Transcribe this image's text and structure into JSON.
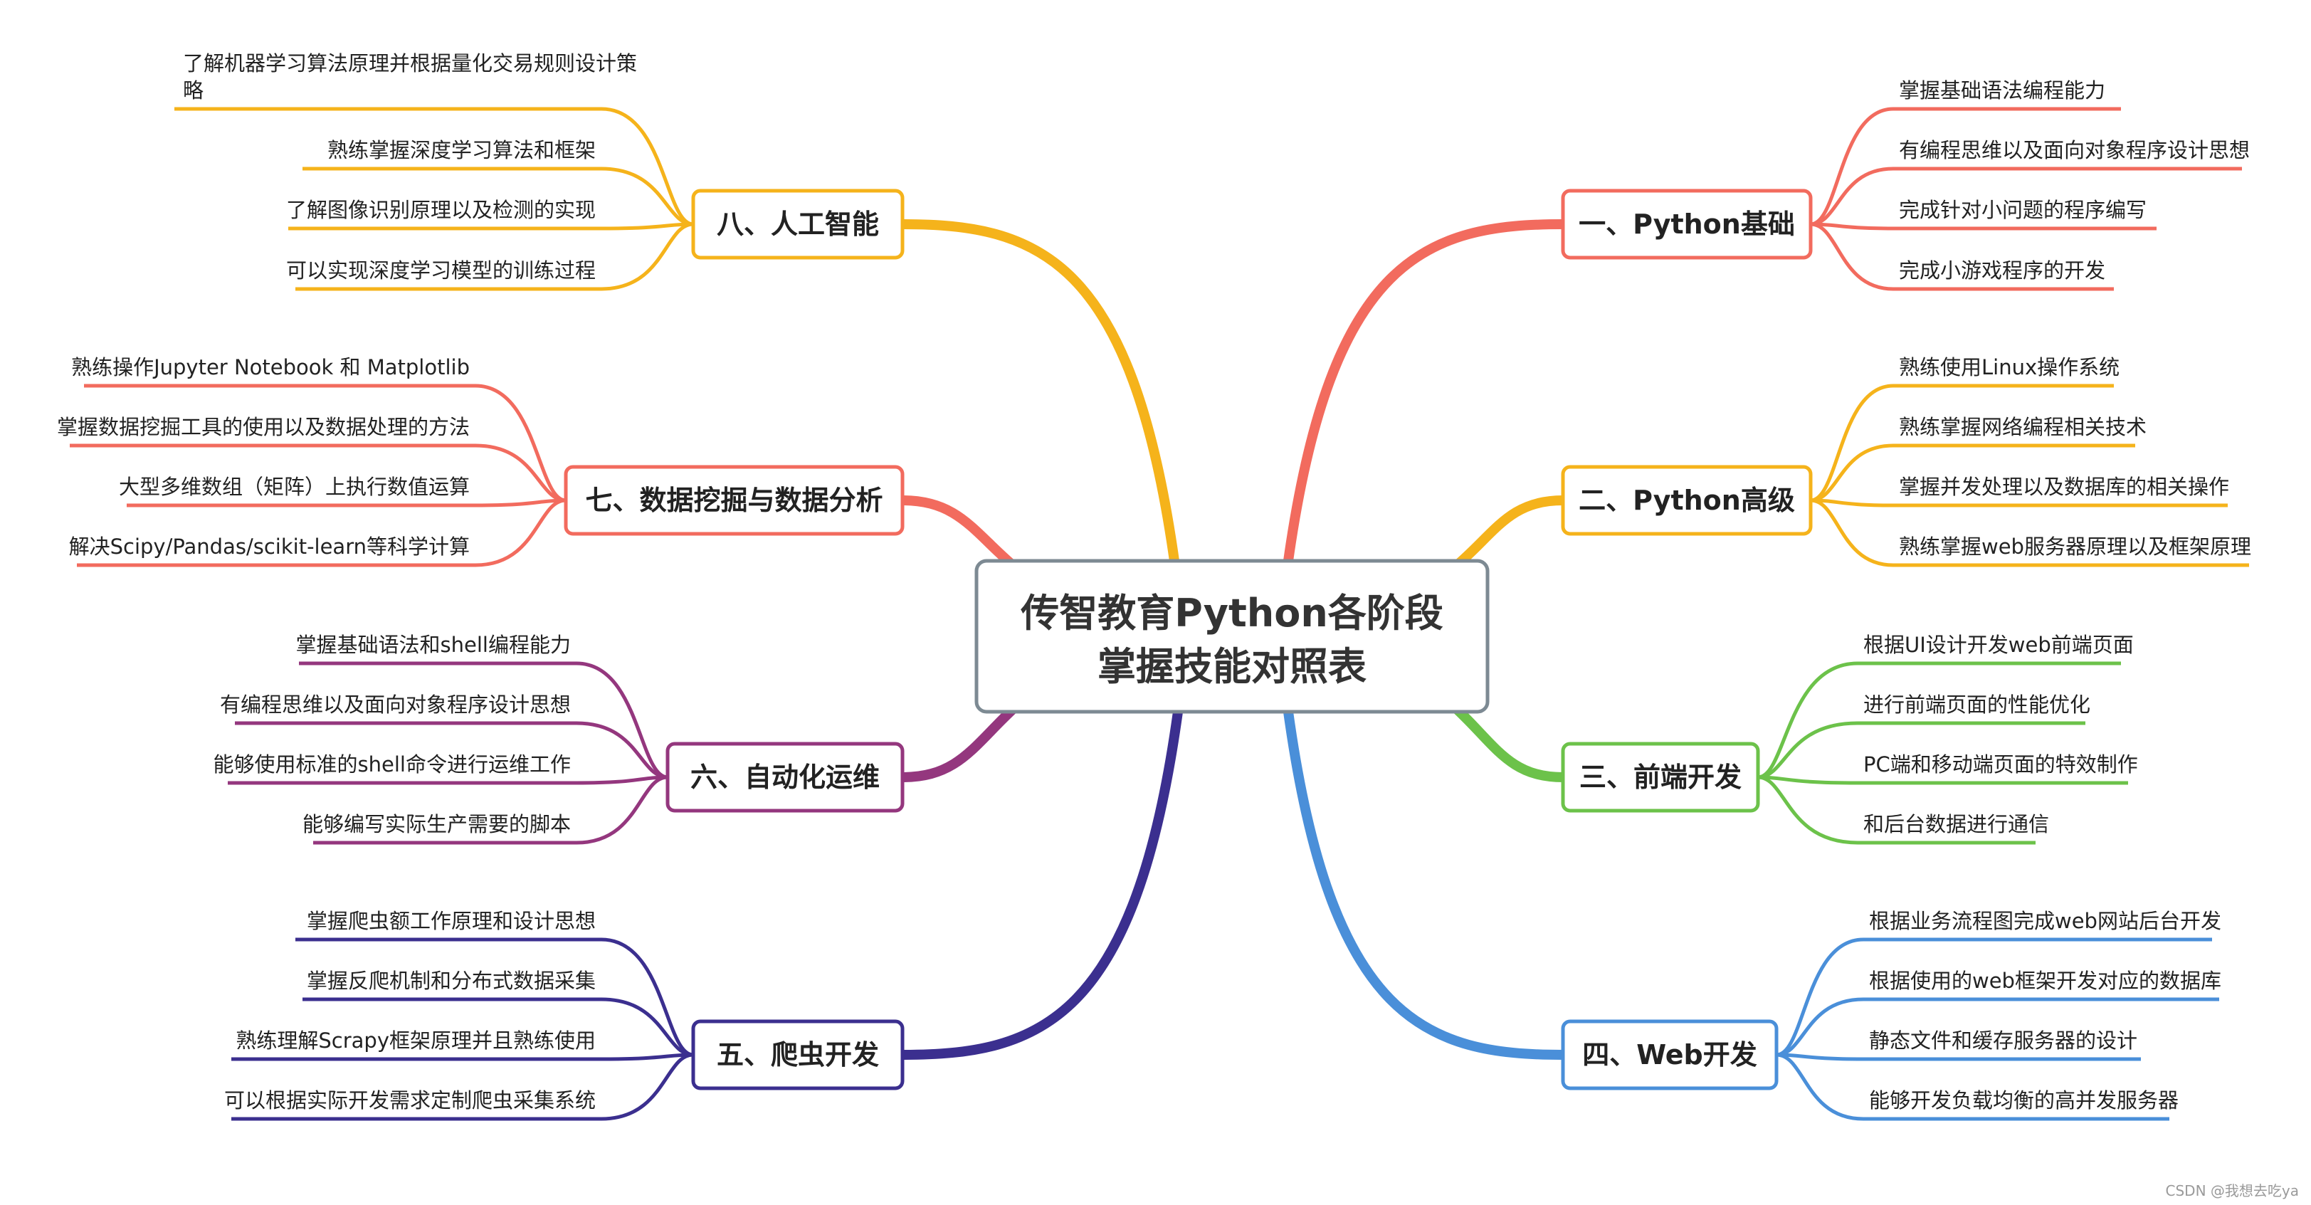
{
  "center": {
    "title_line1": "传智教育Python各阶段",
    "title_line2": "掌握技能对照表",
    "border_color": "#7d8a93"
  },
  "branches": [
    {
      "key": "b1",
      "label": "一、Python基础",
      "color": "#f26b5e",
      "items": [
        "掌握基础语法编程能力",
        "有编程思维以及面向对象程序设计思想",
        "完成针对小问题的程序编写",
        "完成小游戏程序的开发"
      ]
    },
    {
      "key": "b2",
      "label": "二、Python高级",
      "color": "#f5b31b",
      "items": [
        "熟练使用Linux操作系统",
        "熟练掌握网络编程相关技术",
        "掌握并发处理以及数据库的相关操作",
        "熟练掌握web服务器原理以及框架原理"
      ]
    },
    {
      "key": "b3",
      "label": "三、前端开发",
      "color": "#6cc24a",
      "items": [
        "根据UI设计开发web前端页面",
        "进行前端页面的性能优化",
        "PC端和移动端页面的特效制作",
        "和后台数据进行通信"
      ]
    },
    {
      "key": "b4",
      "label": "四、Web开发",
      "color": "#4a8fd9",
      "items": [
        "根据业务流程图完成web网站后台开发",
        "根据使用的web框架开发对应的数据库",
        "静态文件和缓存服务器的设计",
        "能够开发负载均衡的高并发服务器"
      ]
    },
    {
      "key": "b5",
      "label": "五、爬虫开发",
      "color": "#3b2f8f",
      "items": [
        "掌握爬虫额工作原理和设计思想",
        "掌握反爬机制和分布式数据采集",
        "熟练理解Scrapy框架原理并且熟练使用",
        "可以根据实际开发需求定制爬虫采集系统"
      ]
    },
    {
      "key": "b6",
      "label": "六、自动化运维",
      "color": "#94377e",
      "items": [
        "掌握基础语法和shell编程能力",
        "有编程思维以及面向对象程序设计思想",
        "能够使用标准的shell命令进行运维工作",
        "能够编写实际生产需要的脚本"
      ]
    },
    {
      "key": "b7",
      "label": "七、数据挖掘与数据分析",
      "color": "#f26b5e",
      "items": [
        "熟练操作Jupyter Notebook 和 Matplotlib",
        "掌握数据挖掘工具的使用以及数据处理的方法",
        "大型多维数组（矩阵）上执行数值运算",
        "解决Scipy/Pandas/scikit-learn等科学计算"
      ]
    },
    {
      "key": "b8",
      "label": "八、人工智能",
      "color": "#f5b31b",
      "items": [
        "了解机器学习算法原理并根据量化交易规则设计策略",
        "熟练掌握深度学习算法和框架",
        "了解图像识别原理以及检测的实现",
        "可以实现深度学习模型的训练过程"
      ]
    }
  ],
  "watermark": "CSDN @我想去吃ya"
}
